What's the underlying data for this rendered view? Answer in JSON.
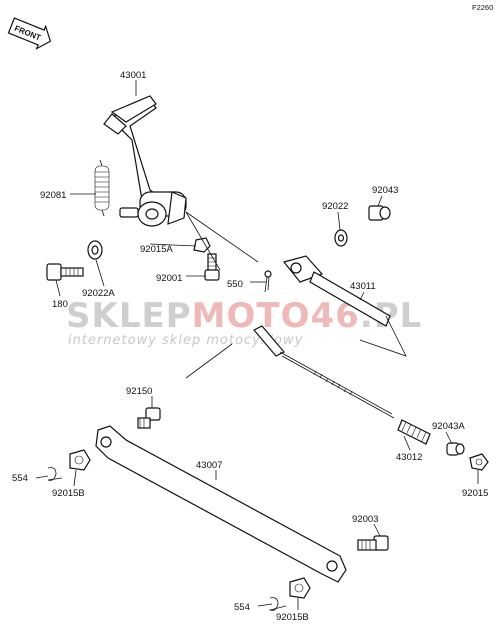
{
  "figure_code": "F2260",
  "front_label": "FRONT",
  "watermark": {
    "brand_gray_1": "SKLEP",
    "brand_red": "MOTO",
    "brand_number": "46",
    "brand_gray_2": ".PL",
    "tagline": "internetowy sklep motocyklowy"
  },
  "parts": [
    {
      "id": "p43001",
      "label": "43001"
    },
    {
      "id": "p92081",
      "label": "92081"
    },
    {
      "id": "p92043",
      "label": "92043"
    },
    {
      "id": "p92022",
      "label": "92022"
    },
    {
      "id": "p92015A",
      "label": "92015A"
    },
    {
      "id": "p92001",
      "label": "92001"
    },
    {
      "id": "p550",
      "label": "550"
    },
    {
      "id": "p43011",
      "label": "43011"
    },
    {
      "id": "p180",
      "label": "180"
    },
    {
      "id": "p92022A",
      "label": "92022A"
    },
    {
      "id": "p92150",
      "label": "92150"
    },
    {
      "id": "p43007",
      "label": "43007"
    },
    {
      "id": "p92043A",
      "label": "92043A"
    },
    {
      "id": "p43012",
      "label": "43012"
    },
    {
      "id": "p554a",
      "label": "554"
    },
    {
      "id": "p92015B_a",
      "label": "92015B"
    },
    {
      "id": "p92015",
      "label": "92015"
    },
    {
      "id": "p92003",
      "label": "92003"
    },
    {
      "id": "p554b",
      "label": "554"
    },
    {
      "id": "p92015B_b",
      "label": "92015B"
    }
  ],
  "colors": {
    "ink": "#111111",
    "watermark_gray": "#cfcfcf",
    "watermark_red": "#f0b9b9"
  }
}
